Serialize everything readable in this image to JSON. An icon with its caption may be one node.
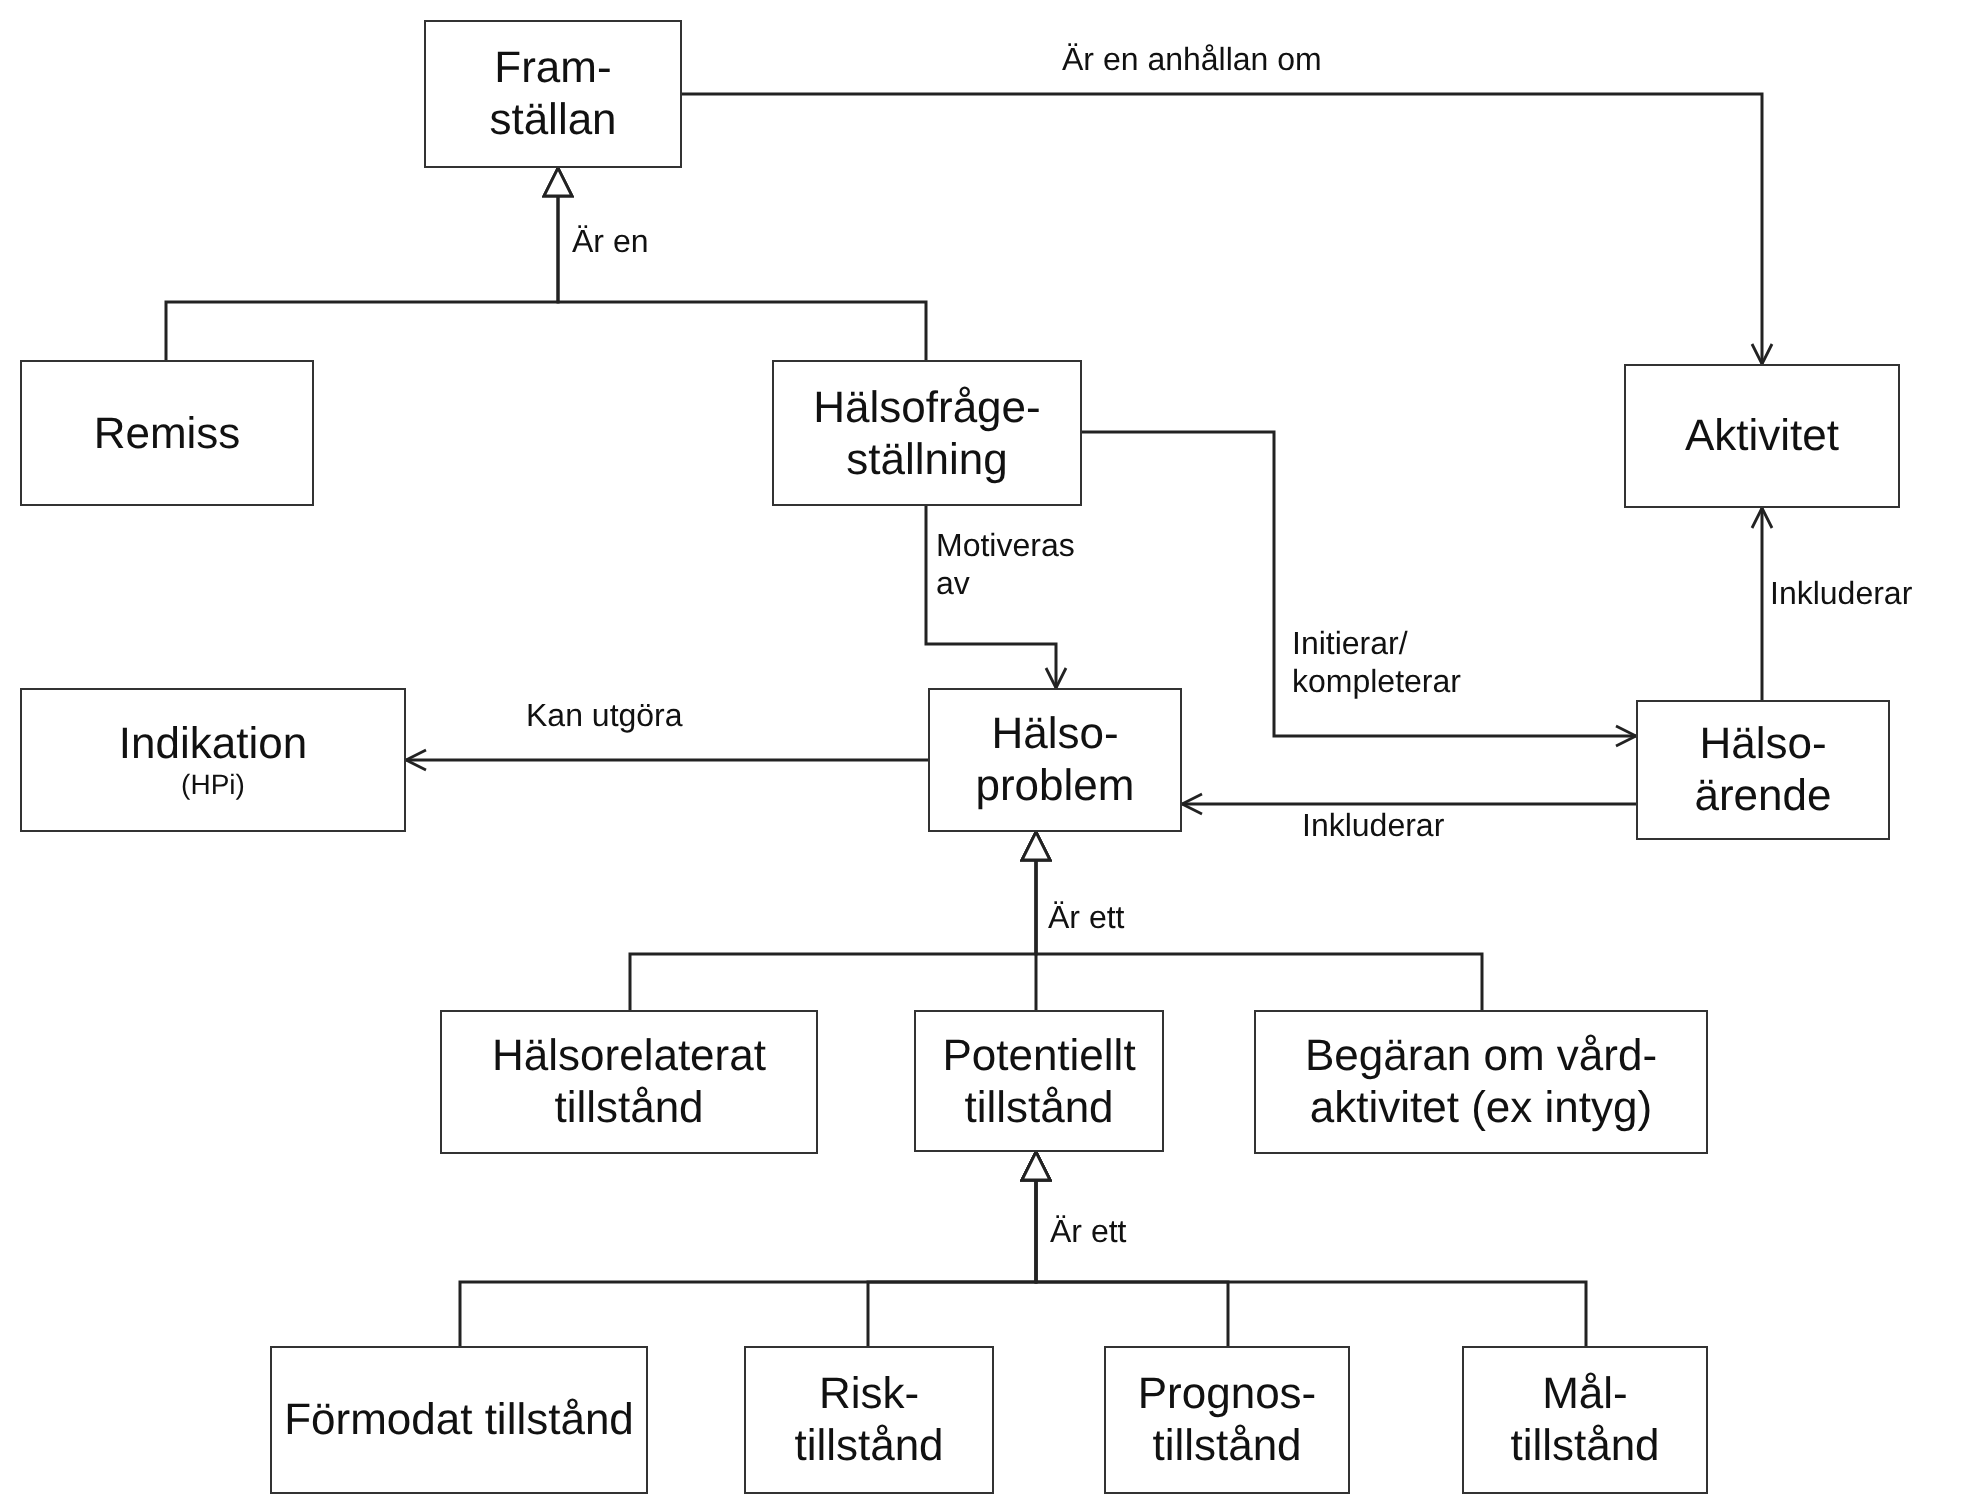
{
  "diagram": {
    "nodes": [
      {
        "text": [
          "Fram- ställan"
        ]
      },
      {
        "text": [
          "Remiss"
        ]
      },
      {
        "text": [
          "Hälsofråge- ställning"
        ]
      },
      {
        "text": [
          "Aktivitet"
        ]
      },
      {
        "text": [
          "Indikation",
          "(HPi)"
        ]
      },
      {
        "text": [
          "Hälso- problem"
        ]
      },
      {
        "text": [
          "Hälso- ärende"
        ]
      },
      {
        "text": [
          "Hälsorelaterat tillstånd"
        ]
      },
      {
        "text": [
          "Potentiellt tillstånd"
        ]
      },
      {
        "text": [
          "Begäran om vård- aktivitet (ex intyg)"
        ]
      },
      {
        "text": [
          "Förmodat tillstånd"
        ]
      },
      {
        "text": [
          "Risk- tillstånd"
        ]
      },
      {
        "text": [
          "Prognos- tillstånd"
        ]
      },
      {
        "text": [
          "Mål- tillstånd"
        ]
      }
    ],
    "edges": [
      {
        "from": 1,
        "to": 0,
        "arrow": "to",
        "label": "Är en"
      },
      {
        "from": 2,
        "to": 0,
        "arrow": "to"
      },
      {
        "from": 0,
        "to": 3,
        "arrow": "to",
        "label": "Är en anhållan om"
      },
      {
        "from": 2,
        "to": 5,
        "arrow": "to",
        "label": "Motiveras av"
      },
      {
        "from": 2,
        "to": 6,
        "arrow": "to",
        "label": "Initierar/ kompleterar"
      },
      {
        "from": 5,
        "to": 4,
        "arrow": "to",
        "label": "Kan utgöra"
      },
      {
        "from": 6,
        "to": 5,
        "arrow": "to",
        "label": "Inkluderar"
      },
      {
        "from": 6,
        "to": 3,
        "arrow": "to",
        "label": "Inkluderar"
      },
      {
        "from": 7,
        "to": 5,
        "arrow": "to",
        "label": "Är ett"
      },
      {
        "from": 8,
        "to": 5,
        "arrow": "to"
      },
      {
        "from": 9,
        "to": 5,
        "arrow": "to"
      },
      {
        "from": 10,
        "to": 8,
        "arrow": "to",
        "label": "Är ett"
      },
      {
        "from": 11,
        "to": 8,
        "arrow": "to"
      },
      {
        "from": 12,
        "to": 8,
        "arrow": "to"
      },
      {
        "from": 13,
        "to": 8,
        "arrow": "to"
      }
    ]
  }
}
